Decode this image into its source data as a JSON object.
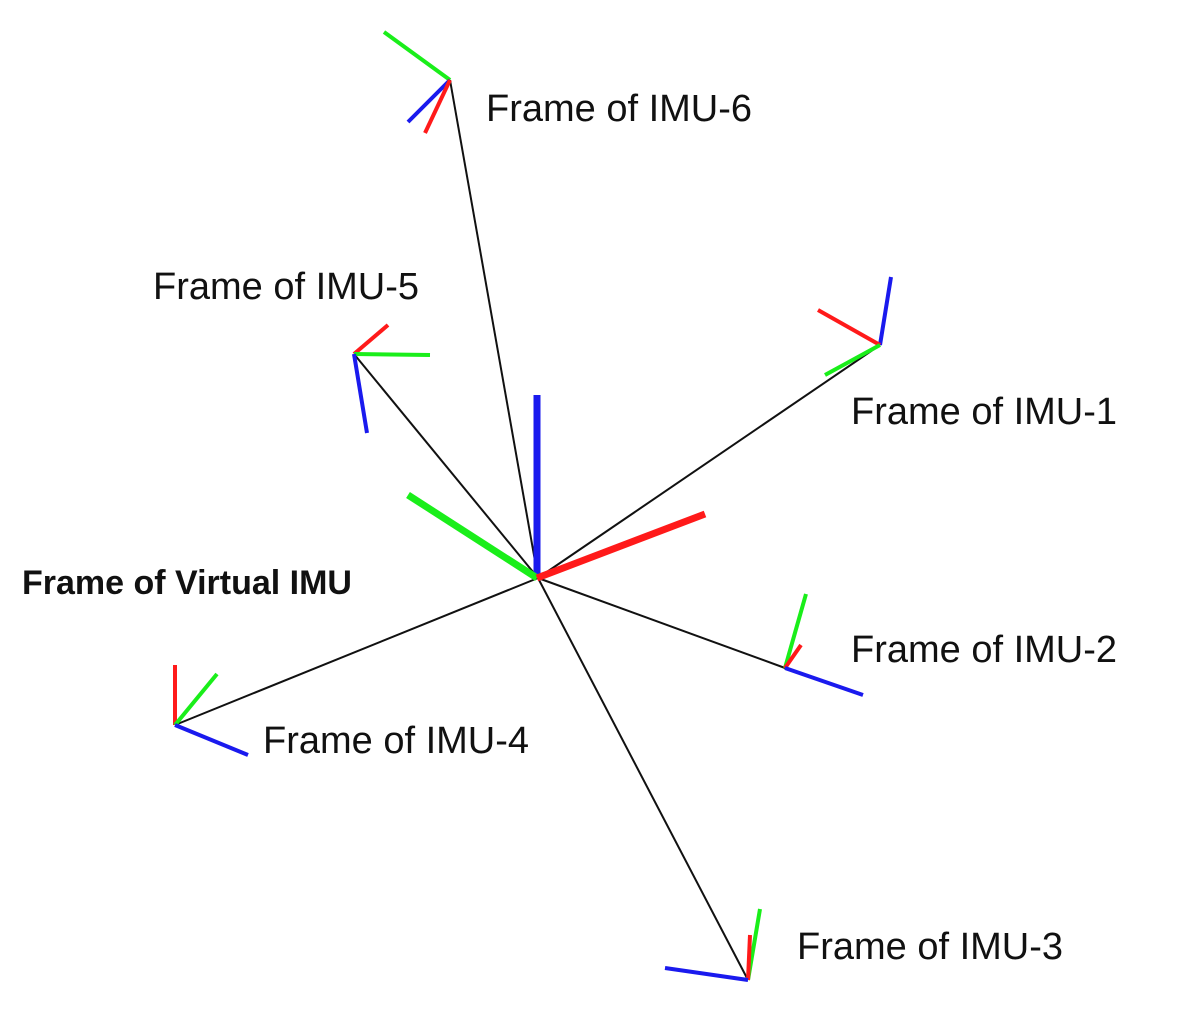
{
  "diagram": {
    "central_label": "Frame of Virtual IMU",
    "frames": [
      {
        "id": "imu-1",
        "label": "Frame of IMU-1"
      },
      {
        "id": "imu-2",
        "label": "Frame of IMU-2"
      },
      {
        "id": "imu-3",
        "label": "Frame of IMU-3"
      },
      {
        "id": "imu-4",
        "label": "Frame of IMU-4"
      },
      {
        "id": "imu-5",
        "label": "Frame of IMU-5"
      },
      {
        "id": "imu-6",
        "label": "Frame of IMU-6"
      }
    ],
    "axis_colors": {
      "x": "#ff1a1a",
      "y": "#1aee1a",
      "z": "#1a1aee"
    },
    "connector_color": "#111111"
  }
}
